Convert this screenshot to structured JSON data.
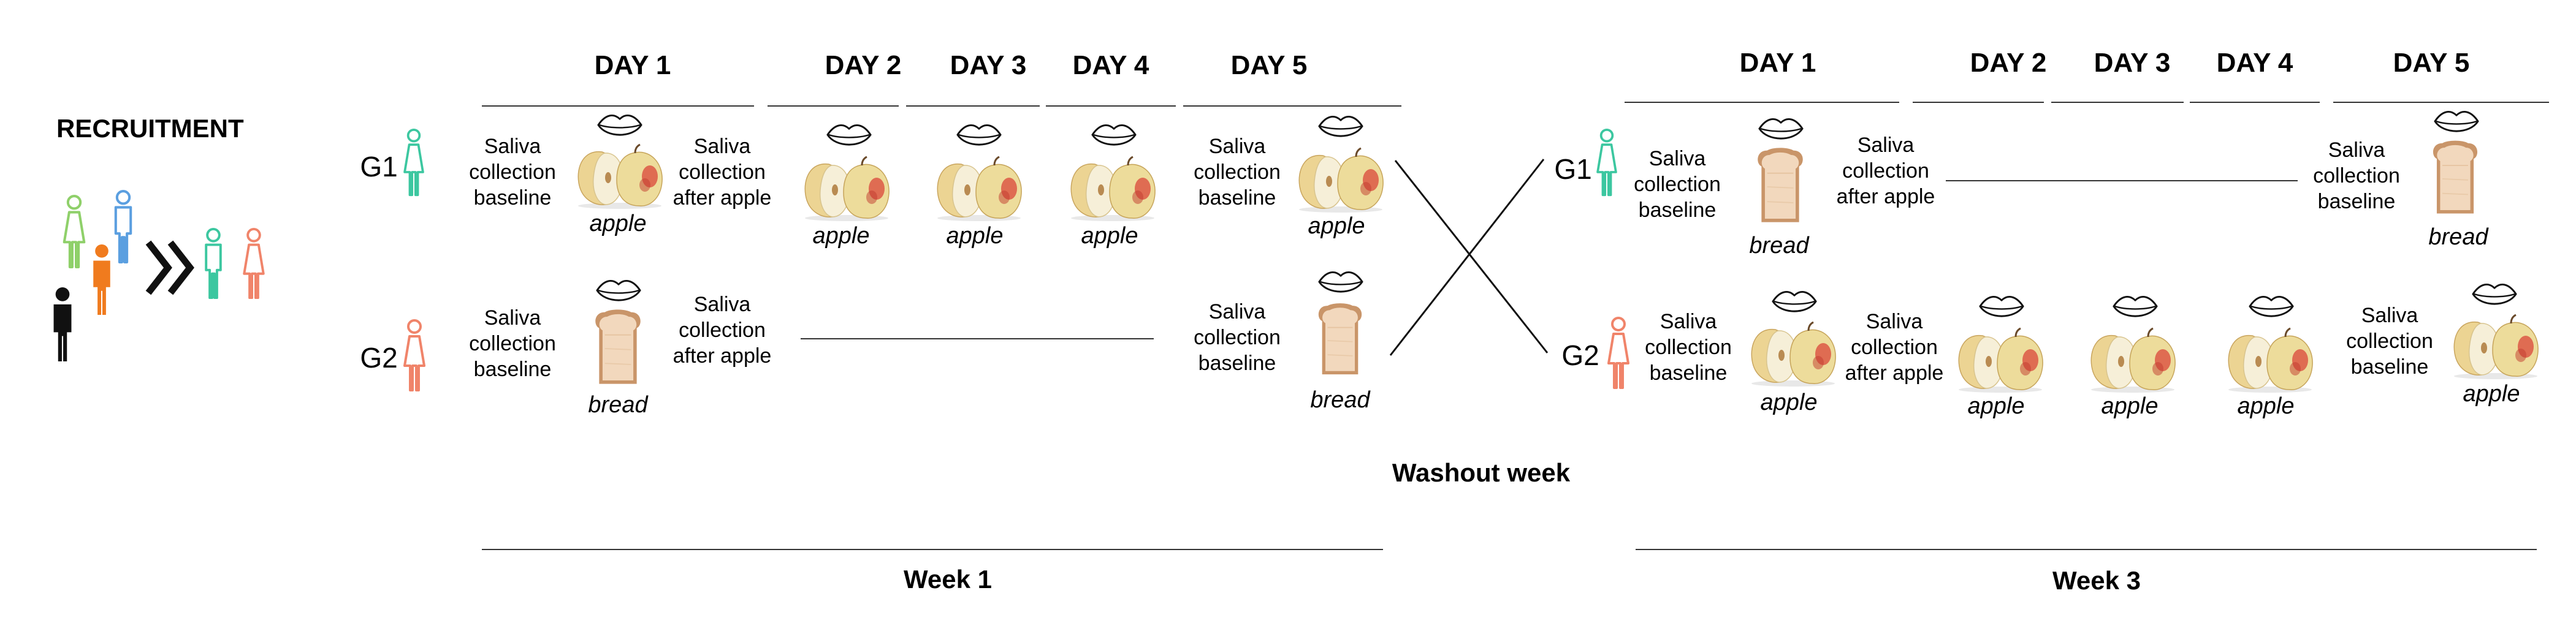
{
  "recruitment": {
    "title": "RECRUITMENT"
  },
  "week1": {
    "days": [
      "DAY 1",
      "DAY 2",
      "DAY 3",
      "DAY 4",
      "DAY 5"
    ],
    "g1": {
      "label": "G1",
      "d1_baseline": "Saliva collection baseline",
      "d1_food": "apple",
      "d1_after": "Saliva collection after apple",
      "d2_food": "apple",
      "d3_food": "apple",
      "d4_food": "apple",
      "d5_baseline": "Saliva collection baseline",
      "d5_food": "apple"
    },
    "g2": {
      "label": "G2",
      "d1_baseline": "Saliva collection baseline",
      "d1_food": "bread",
      "d1_after": "Saliva collection after apple",
      "d5_baseline": "Saliva collection baseline",
      "d5_food": "bread"
    },
    "week_label": "Week 1"
  },
  "washout": {
    "label": "Washout week"
  },
  "week3": {
    "days": [
      "DAY 1",
      "DAY 2",
      "DAY 3",
      "DAY 4",
      "DAY 5"
    ],
    "g1": {
      "label": "G1",
      "d1_baseline": "Saliva collection baseline",
      "d1_food": "bread",
      "d1_after": "Saliva collection after apple",
      "d5_baseline": "Saliva collection baseline",
      "d5_food": "bread"
    },
    "g2": {
      "label": "G2",
      "d1_baseline": "Saliva collection baseline",
      "d1_food": "apple",
      "d1_after": "Saliva collection after apple",
      "d2_food": "apple",
      "d3_food": "apple",
      "d4_food": "apple",
      "d5_baseline": "Saliva collection baseline",
      "d5_food": "apple"
    },
    "week_label": "Week 3"
  },
  "colors": {
    "g1": "#3cc7a0",
    "g2": "#f0846a",
    "person_green": "#8fd06a",
    "person_blue": "#5b9fe0",
    "person_orange": "#f07b1e",
    "person_black": "#111111",
    "apple_skin": "#e9d89a",
    "apple_flesh": "#f4ecd2",
    "apple_red": "#d9473a",
    "bread_crust": "#c99569",
    "bread_crumb": "#f1d6bb"
  },
  "icons": [
    "person-icon",
    "lips-icon",
    "apple-icon",
    "bread-icon",
    "chevron-double-right-icon"
  ]
}
